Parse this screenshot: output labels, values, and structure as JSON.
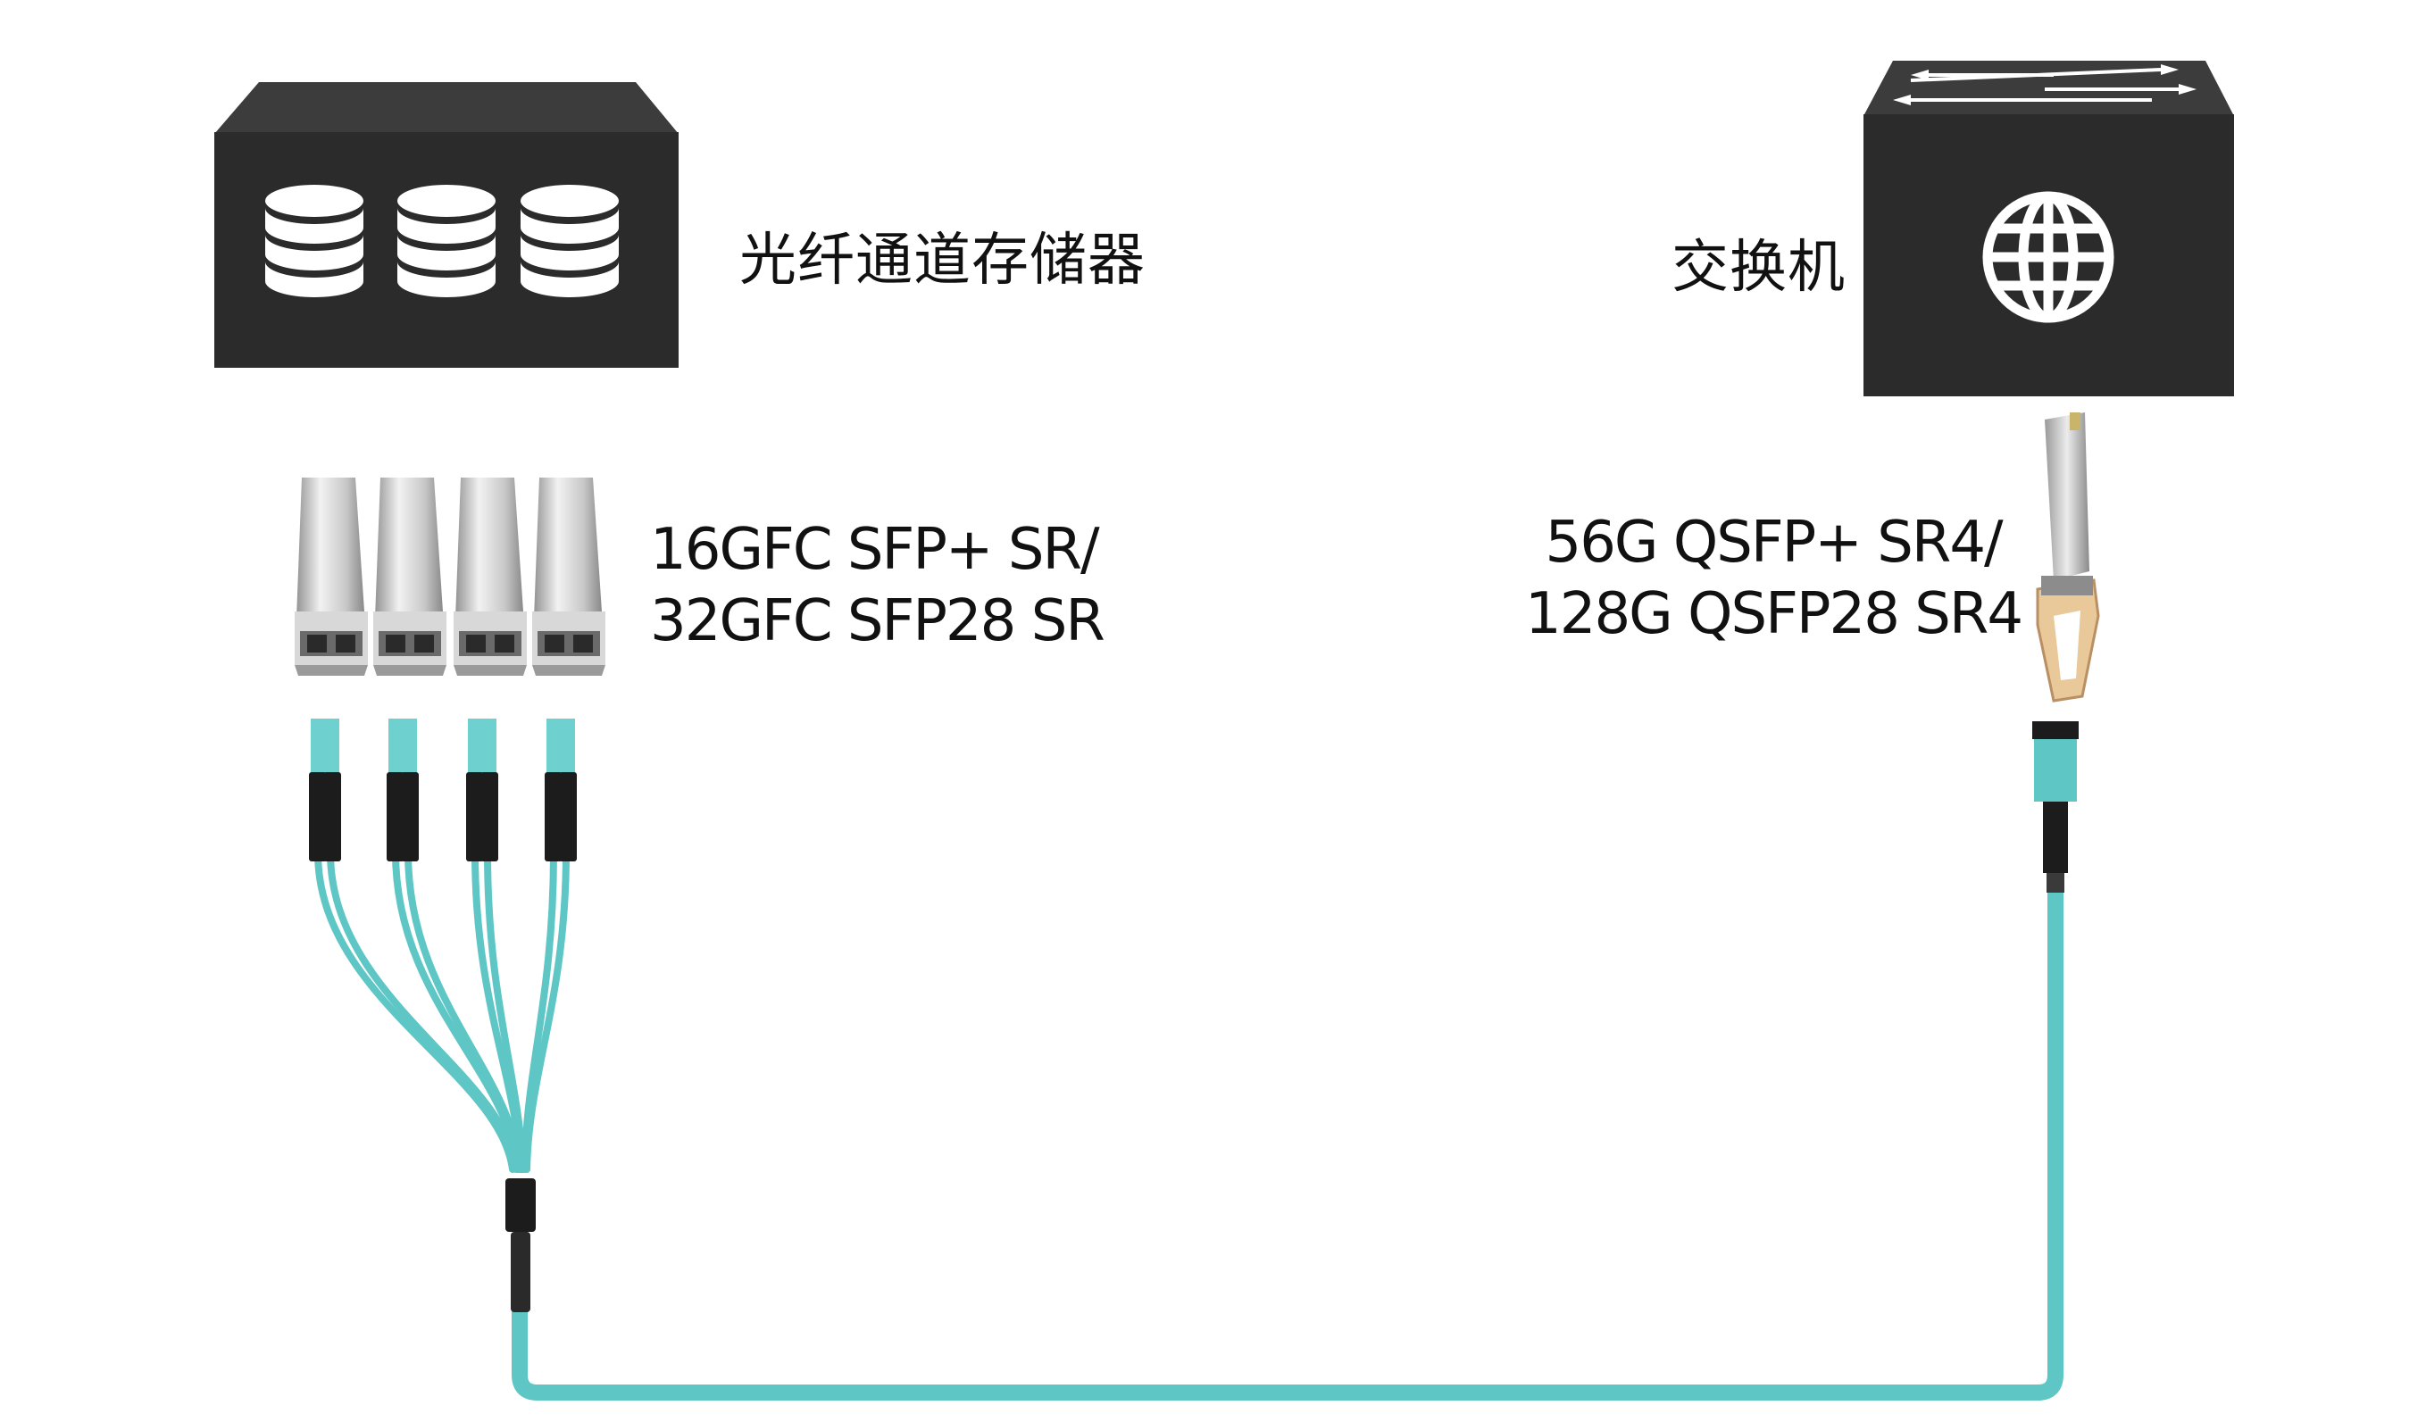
{
  "storage": {
    "label": "光纤通道存储器",
    "icon": "database-icon",
    "box_color": "#2b2b2b"
  },
  "switch": {
    "label": "交换机",
    "icons": [
      "globe-icon",
      "bidirectional-arrows-icon"
    ],
    "box_color": "#2b2b2b"
  },
  "sfp_modules": {
    "line1": "16GFC SFP+ SR/",
    "line2": "32GFC SFP28 SR",
    "count": 4
  },
  "qsfp_module": {
    "line1": "56G QSFP+ SR4/",
    "line2": "128G QSFP28 SR4"
  },
  "cable": {
    "color": "#5fc6c6",
    "connector_count": 8
  }
}
